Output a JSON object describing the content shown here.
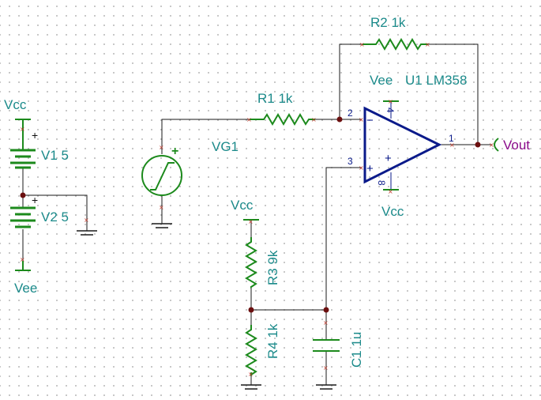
{
  "schematic": {
    "components": {
      "r1": {
        "name": "R1",
        "value": "1k",
        "label": "R1 1k"
      },
      "r2": {
        "name": "R2",
        "value": "1k",
        "label": "R2 1k"
      },
      "r3": {
        "name": "R3",
        "value": "9k",
        "label": "R3 9k"
      },
      "r4": {
        "name": "R4",
        "value": "1k",
        "label": "R4 1k"
      },
      "c1": {
        "name": "C1",
        "value": "1u",
        "label": "C1 1u"
      },
      "v1": {
        "name": "V1",
        "value": "5",
        "label": "V1 5"
      },
      "v2": {
        "name": "V2",
        "value": "5",
        "label": "V2 5"
      },
      "vg1": {
        "name": "VG1",
        "label": "VG1"
      },
      "u1": {
        "name": "U1",
        "part": "LM358",
        "label": "U1 LM358"
      }
    },
    "opamp_pins": {
      "inverting": "2",
      "noninverting": "3",
      "output": "1",
      "v_negative": "4",
      "v_positive": "8"
    },
    "nets": {
      "vcc_left": "Vcc",
      "vee_left": "Vee",
      "vcc_r3": "Vcc",
      "vee_opamp": "Vee",
      "vcc_opamp": "Vcc",
      "output": "Vout"
    },
    "signs": {
      "minus": "−",
      "plus": "+"
    },
    "colors": {
      "wire": "#1a1a1a",
      "component": "#1c8a1c",
      "opamp": "#0a1a8a",
      "label": "#1b8a8a",
      "terminal": "#c0392b",
      "junction": "#6b0f0f",
      "output_label": "#8a0a8a"
    }
  }
}
